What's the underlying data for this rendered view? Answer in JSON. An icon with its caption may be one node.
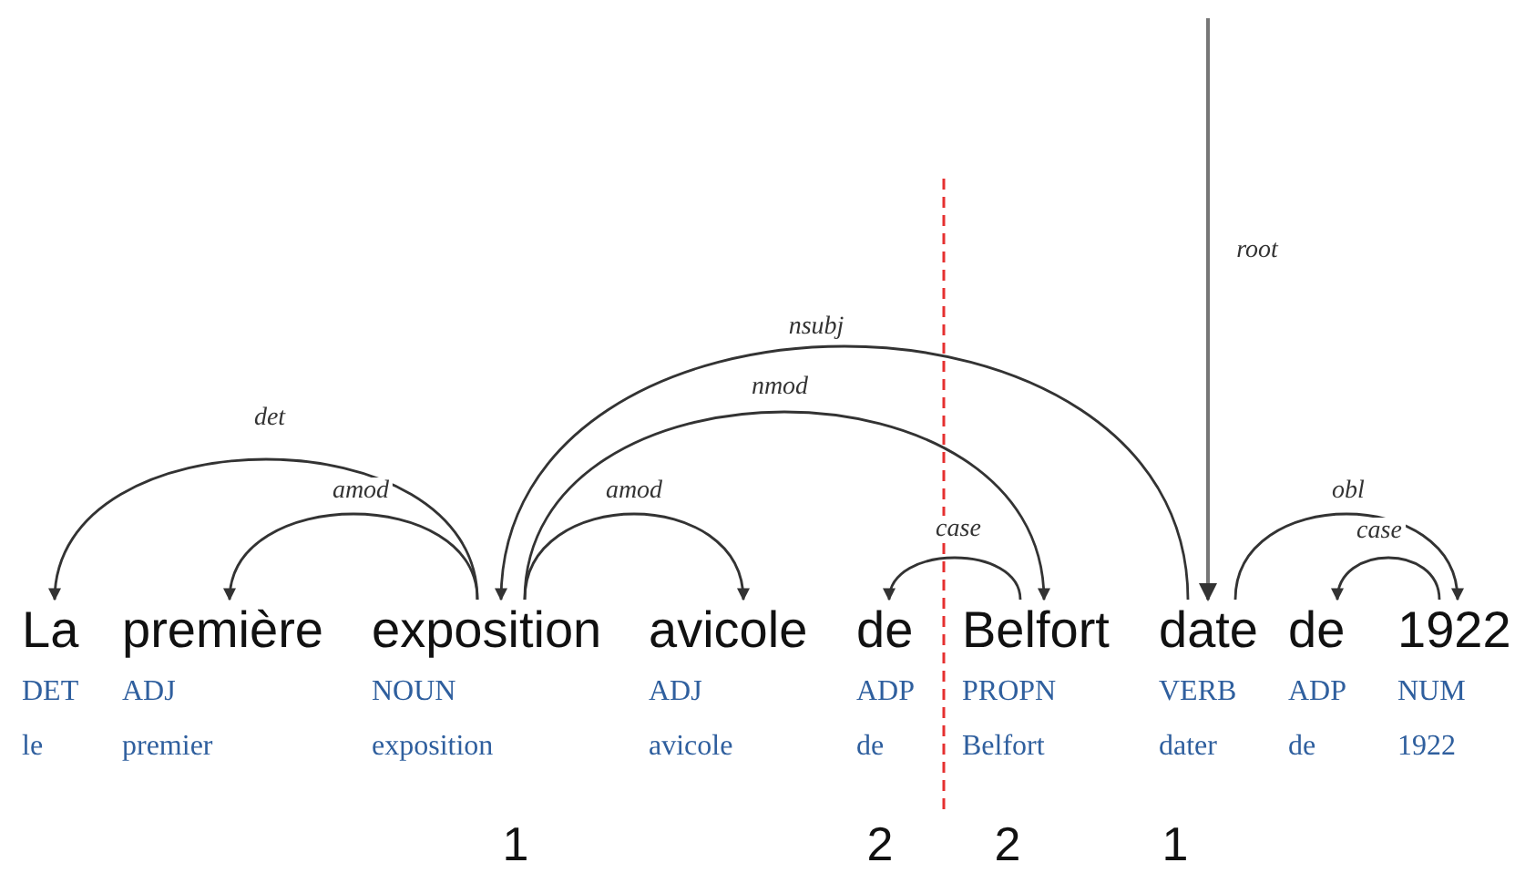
{
  "diagram": {
    "nodes": [
      {
        "text": [
          "La"
        ],
        "beside": [
          "DET",
          "le"
        ]
      },
      {
        "text": [
          "première"
        ],
        "beside": [
          "ADJ",
          "premier"
        ]
      },
      {
        "text": [
          "exposition"
        ],
        "beside": [
          "NOUN",
          "exposition"
        ]
      },
      {
        "text": [
          "avicole"
        ],
        "beside": [
          "ADJ",
          "avicole"
        ]
      },
      {
        "text": [
          "de"
        ],
        "beside": [
          "ADP",
          "de"
        ]
      },
      {
        "text": [
          "Belfort"
        ],
        "beside": [
          "PROPN",
          "Belfort"
        ]
      },
      {
        "text": [
          "date"
        ],
        "beside": [
          "VERB",
          "dater"
        ]
      },
      {
        "text": [
          "de"
        ],
        "beside": [
          "ADP",
          "de"
        ]
      },
      {
        "text": [
          "1922"
        ],
        "beside": [
          "NUM",
          "1922"
        ]
      }
    ],
    "edges": [
      {
        "from": 2,
        "to": 0,
        "arrow": "to",
        "label": "det"
      },
      {
        "from": 2,
        "to": 1,
        "arrow": "to",
        "label": "amod"
      },
      {
        "from": 2,
        "to": 3,
        "arrow": "to",
        "label": "amod"
      },
      {
        "from": 6,
        "to": 2,
        "arrow": "to",
        "label": "nsubj"
      },
      {
        "from": 2,
        "to": 5,
        "arrow": "to",
        "label": "nmod"
      },
      {
        "from": 5,
        "to": 4,
        "arrow": "to",
        "label": "case"
      },
      {
        "from": null,
        "to": 6,
        "arrow": "to",
        "label": "root"
      },
      {
        "from": 6,
        "to": 8,
        "arrow": "to",
        "label": "obl"
      },
      {
        "from": 8,
        "to": 7,
        "arrow": "to",
        "label": "case"
      }
    ],
    "labels": [
      "1",
      "2",
      "2",
      "1"
    ]
  }
}
